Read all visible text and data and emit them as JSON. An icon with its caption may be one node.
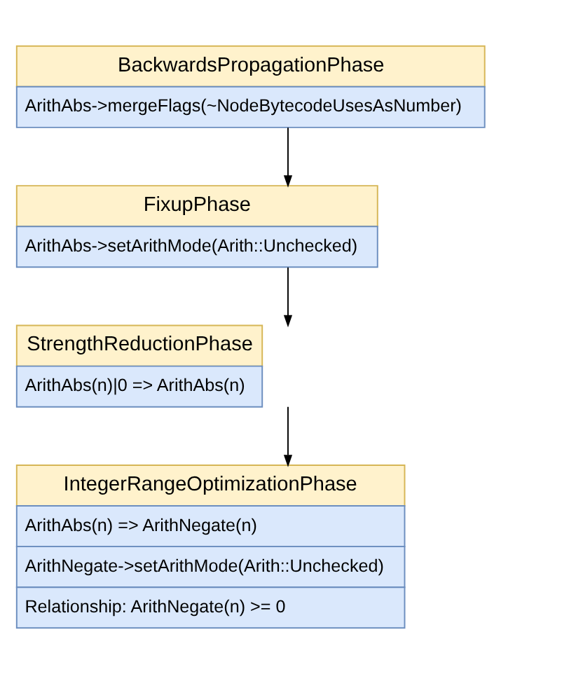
{
  "diagram": {
    "nodes": [
      {
        "text": [
          "BackwardsPropagationPhase",
          "ArithAbs->mergeFlags(~NodeBytecodeUsesAsNumber)"
        ]
      },
      {
        "text": [
          "FixupPhase",
          "ArithAbs->setArithMode(Arith::Unchecked)"
        ]
      },
      {
        "text": [
          "StrengthReductionPhase",
          "ArithAbs(n)|0 => ArithAbs(n)"
        ]
      },
      {
        "text": [
          "IntegerRangeOptimizationPhase",
          "ArithAbs(n) => ArithNegate(n)",
          "ArithNegate->setArithMode(Arith::Unchecked)",
          "Relationship: ArithNegate(n) >= 0"
        ]
      }
    ],
    "edges": [
      {
        "from": 0,
        "to": 1,
        "arrow": "to"
      },
      {
        "from": 1,
        "to": 2,
        "arrow": "to"
      },
      {
        "from": 2,
        "to": 3,
        "arrow": "to"
      }
    ]
  }
}
